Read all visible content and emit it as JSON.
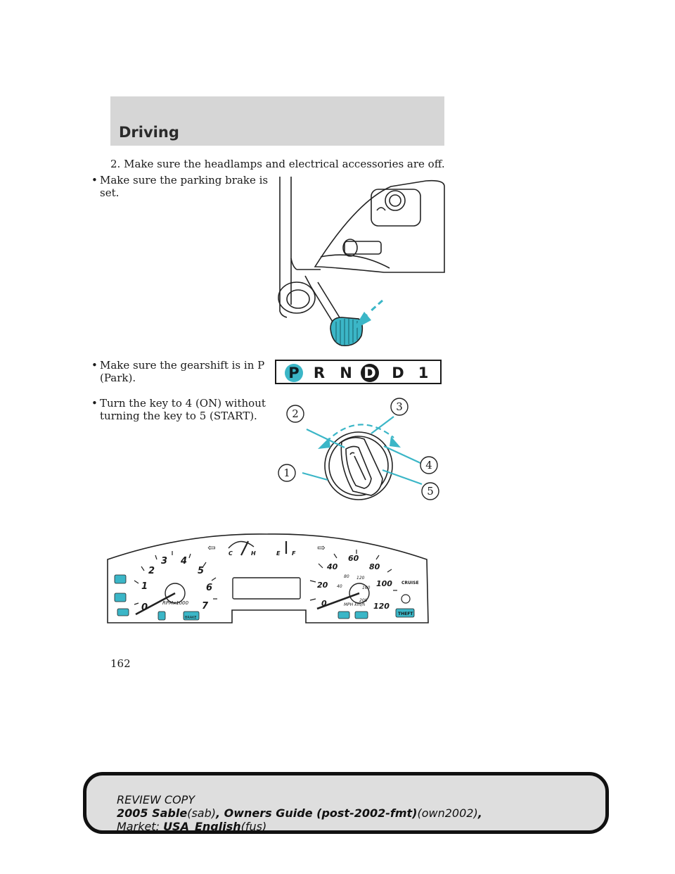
{
  "header": {
    "title": "Driving"
  },
  "content": {
    "step2": "2. Make sure the headlamps and electrical accessories are off.",
    "bullets": [
      {
        "line1": "Make sure the parking brake is",
        "line2": "set."
      },
      {
        "line1": "Make sure the gearshift is in P",
        "line2": "(Park)."
      },
      {
        "line1": "Turn the key to 4 (ON) without",
        "line2": "turning the key to 5 (START)."
      }
    ]
  },
  "gearshift": {
    "gears": [
      "P",
      "R",
      "N",
      "D",
      "D",
      "1"
    ],
    "selected_index": 0
  },
  "ignition": {
    "callouts": [
      "1",
      "2",
      "3",
      "4",
      "5"
    ]
  },
  "cluster": {
    "tach_numbers": [
      "0",
      "1",
      "2",
      "3",
      "4",
      "5",
      "6",
      "7"
    ],
    "tach_label": "RPMx1000",
    "temp_c": "C",
    "temp_h": "H",
    "fuel_e": "E",
    "fuel_f": "F",
    "speed_mph": [
      "0",
      "20",
      "40",
      "60",
      "80",
      "100",
      "120"
    ],
    "speed_kmh": [
      "40",
      "80",
      "120",
      "160",
      "200"
    ],
    "speed_label": "MPH km/h",
    "cruise": "CRUISE",
    "theft": "THEFT",
    "brake": "BRAKE"
  },
  "page_number": "162",
  "footer": {
    "line1": "REVIEW COPY",
    "model": "2005 Sable",
    "model_code": "(sab)",
    "guide": ", Owners Guide (post-2002-fmt)",
    "guide_code": "(own2002)",
    "comma": ",",
    "market_label": "Market:",
    "market": "USA_English",
    "market_code": "(fus)"
  },
  "colors": {
    "accent": "#3bb6c7",
    "header_band": "#d6d6d6",
    "footer_bg": "#dedede"
  }
}
